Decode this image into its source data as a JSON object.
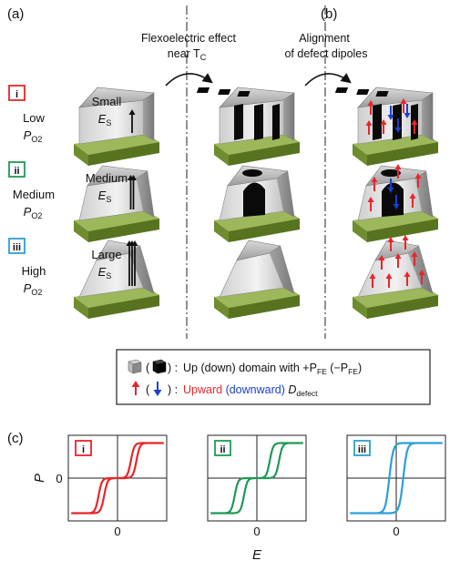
{
  "panels": {
    "a": "(a)",
    "b": "(b)",
    "c": "(c)"
  },
  "arrows": {
    "flexo_line1": "Flexoelectric effect",
    "flexo_line2": "near T",
    "flexo_sub": "C",
    "align_line1": "Alignment",
    "align_line2": "of defect dipoles"
  },
  "rows": [
    {
      "id": "i",
      "color": "#e8262a",
      "level": "Low",
      "p_main": "P",
      "p_sub": "O2",
      "size_label": "Small",
      "es_main": "E",
      "es_sub": "S"
    },
    {
      "id": "ii",
      "color": "#1f9a55",
      "level": "Medium",
      "p_main": "P",
      "p_sub": "O2",
      "size_label": "Medium",
      "es_main": "E",
      "es_sub": "S"
    },
    {
      "id": "iii",
      "color": "#2b9fd9",
      "level": "High",
      "p_main": "P",
      "p_sub": "O2",
      "size_label": "Large",
      "es_main": "E",
      "es_sub": "S"
    }
  ],
  "legend": {
    "line1_paren_open": "(",
    "line1_paren_close": ") :",
    "line1_text": "Up (down) domain with +P",
    "line1_sub1": "FE",
    "line1_mid": " (−P",
    "line1_sub2": "FE",
    "line1_end": ")",
    "line2_paren_open": "(",
    "line2_paren_close": ") :",
    "line2_up": "Upward",
    "line2_down": "(downward)",
    "line2_d": "D",
    "line2_sub": "defect"
  },
  "colors": {
    "up_arrow": "#e8262a",
    "down_arrow": "#1a3fd0",
    "substrate": "#7a9a3a",
    "domain_up": "#a9a9a9",
    "domain_down": "#0a0a0a"
  },
  "chart_data": [
    {
      "type": "line",
      "panel": "i",
      "color": "#e8262a",
      "xlabel": "E",
      "ylabel": "P",
      "x_tick": "0",
      "y_tick": "0"
    },
    {
      "type": "line",
      "panel": "ii",
      "color": "#1f9a55",
      "xlabel": "E",
      "ylabel": "P",
      "x_tick": "0",
      "y_tick": "0"
    },
    {
      "type": "line",
      "panel": "iii",
      "color": "#2b9fd9",
      "xlabel": "E",
      "ylabel": "P",
      "x_tick": "0",
      "y_tick": "0"
    }
  ]
}
